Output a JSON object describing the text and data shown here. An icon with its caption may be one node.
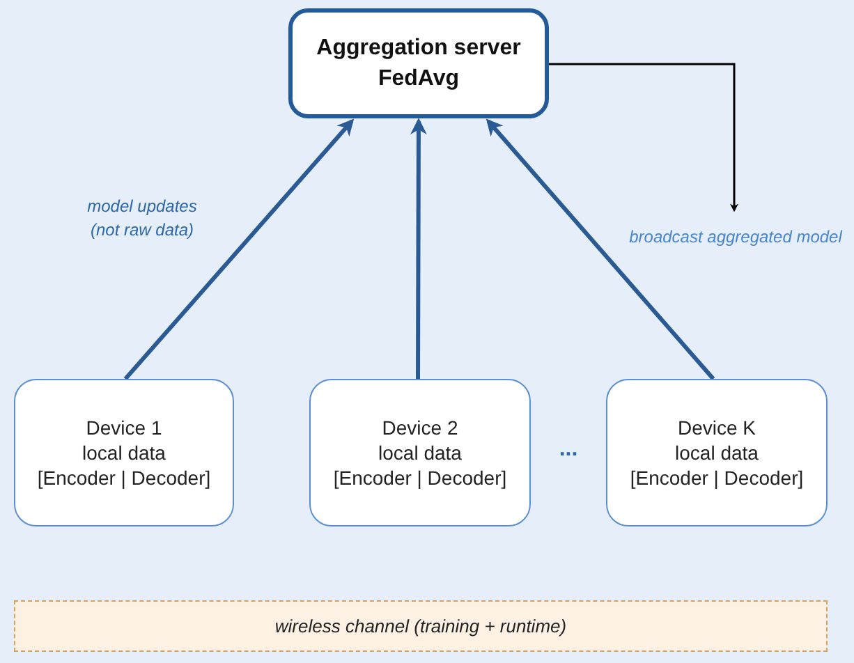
{
  "diagram": {
    "nodes": [
      {
        "text": [
          "Aggregation server",
          "FedAvg"
        ]
      },
      {
        "text": [
          "Device 1",
          "local data",
          "[Encoder | Decoder]"
        ]
      },
      {
        "text": [
          "Device 2",
          "local data",
          "[Encoder | Decoder]"
        ]
      },
      {
        "text": [
          "Device K",
          "local data",
          "[Encoder | Decoder]"
        ]
      },
      {
        "text": [
          "wireless channel (training + runtime)"
        ]
      },
      {
        "text": [
          "broadcast aggregated model"
        ]
      }
    ],
    "edges": [
      {
        "from": 1,
        "to": 0,
        "arrow": "to"
      },
      {
        "from": 2,
        "to": 0,
        "arrow": "to"
      },
      {
        "from": 3,
        "to": 0,
        "arrow": "to"
      },
      {
        "from": 0,
        "to": 5,
        "arrow": "to",
        "color": "#000000"
      }
    ],
    "labels": [
      "model updates (not raw data)",
      "..."
    ]
  }
}
